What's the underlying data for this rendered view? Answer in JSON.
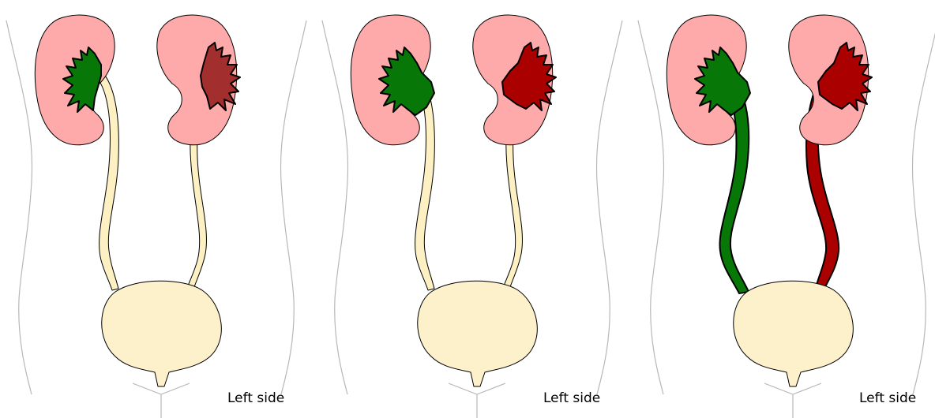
{
  "colors": {
    "kidney": "#ffaaaa",
    "urine_yellow": "#fdf1c4",
    "bladder": "#fdf1cc",
    "green": "#077807",
    "dark_red": "#a32e2e",
    "red": "#aa0000",
    "outline": "#000000",
    "body_outline": "#b7b7b7"
  },
  "panels": [
    {
      "label": "Left side",
      "right_collecting_color": "green",
      "left_collecting_color": "dark_red",
      "fill_extent": "renal pelvis",
      "ureters_filled": false
    },
    {
      "label": "Left side",
      "right_collecting_color": "green",
      "left_collecting_color": "red",
      "fill_extent": "enlarged pelvis",
      "ureters_filled": false
    },
    {
      "label": "Left side",
      "right_collecting_color": "green",
      "left_collecting_color": "red",
      "fill_extent": "pelvis and ureter",
      "ureters_filled": true
    }
  ]
}
